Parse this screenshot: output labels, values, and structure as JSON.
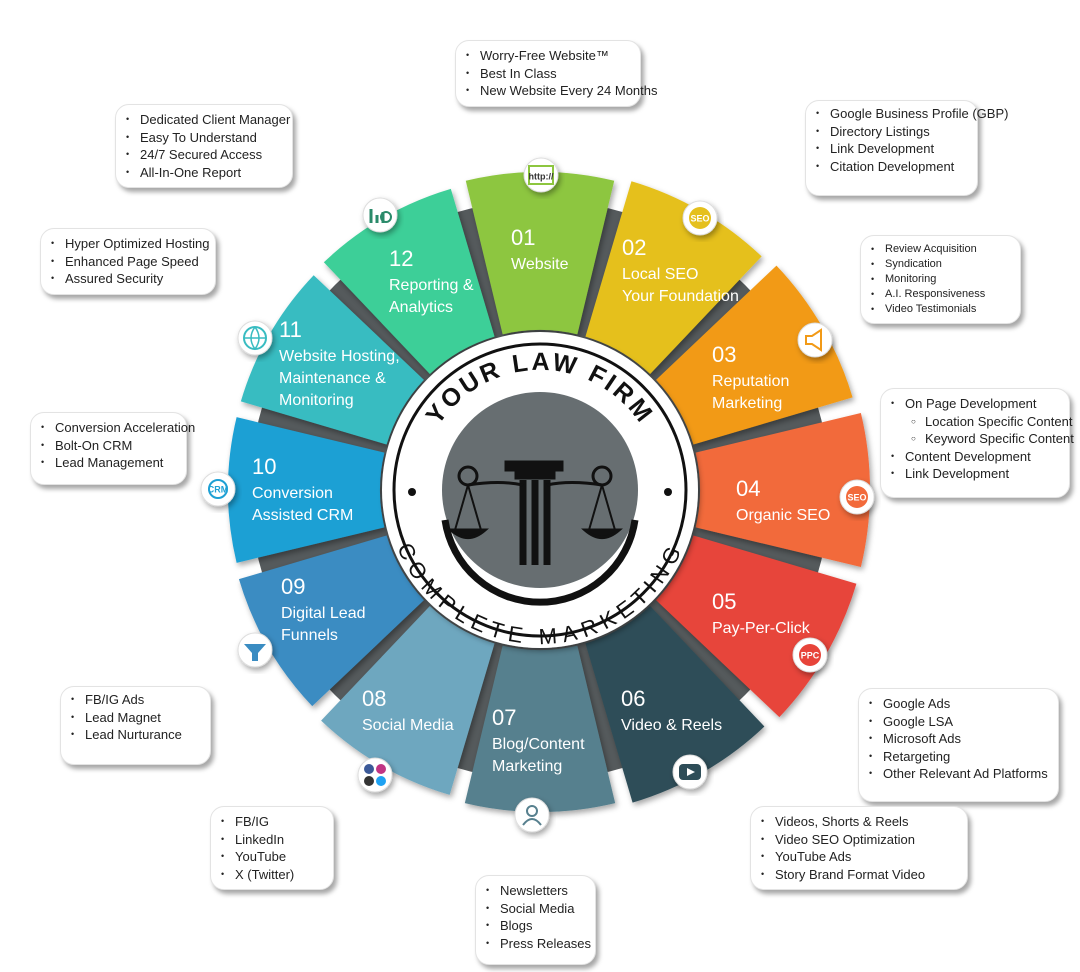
{
  "center": {
    "top_text": "YOUR LAW FIRM",
    "bottom_text": "COMPLETE MARKETING"
  },
  "segments": [
    {
      "num": "01",
      "lines": [
        "Website"
      ],
      "color": "#8dc63f",
      "icon": "http-browser-icon"
    },
    {
      "num": "02",
      "lines": [
        "Local SEO",
        "Your Foundation"
      ],
      "color": "#e5c01d",
      "icon": "seo-magnifier-icon"
    },
    {
      "num": "03",
      "lines": [
        "Reputation",
        "Marketing"
      ],
      "color": "#f29a17",
      "icon": "megaphone-icon"
    },
    {
      "num": "04",
      "lines": [
        "Organic SEO"
      ],
      "color": "#f26a3b",
      "icon": "seo-cycle-icon"
    },
    {
      "num": "05",
      "lines": [
        "Pay-Per-Click"
      ],
      "color": "#e7443a",
      "icon": "ppc-icon"
    },
    {
      "num": "06",
      "lines": [
        "Video & Reels"
      ],
      "color": "#2e4d58",
      "icon": "video-play-icon"
    },
    {
      "num": "07",
      "lines": [
        "Blog/Content",
        "Marketing"
      ],
      "color": "#57808e",
      "icon": "writer-icon"
    },
    {
      "num": "08",
      "lines": [
        "Social Media"
      ],
      "color": "#6ea7bf",
      "icon": "social-media-icon"
    },
    {
      "num": "09",
      "lines": [
        "Digital Lead",
        "Funnels"
      ],
      "color": "#3a8cc2",
      "icon": "funnel-icon"
    },
    {
      "num": "10",
      "lines": [
        "Conversion",
        "Assisted CRM"
      ],
      "color": "#1ea0d4",
      "icon": "crm-network-icon"
    },
    {
      "num": "11",
      "lines": [
        "Website Hosting,",
        "Maintenance &",
        "Monitoring"
      ],
      "color": "#38bcc1",
      "icon": "globe-icon"
    },
    {
      "num": "12",
      "lines": [
        "Reporting &",
        "Analytics"
      ],
      "color": "#3ccf98",
      "icon": "analytics-icon"
    }
  ],
  "icon_labels": {
    "http": "http://",
    "seo": "SEO",
    "ppc": "PPC",
    "crm": "CRM"
  },
  "callouts": {
    "website": [
      "Worry-Free Website™",
      "Best In Class",
      "New Website Every 24 Months"
    ],
    "local_seo": [
      "Google Business Profile (GBP)",
      "Directory Listings",
      "Link Development",
      "Citation Development"
    ],
    "reputation": [
      "Review Acquisition",
      "Syndication",
      "Monitoring",
      "A.I. Responsiveness",
      "Video Testimonials"
    ],
    "organic_seo": [
      "On Page Development",
      "Location Specific Content",
      "Keyword Specific Content",
      "Content Development",
      "Link Development"
    ],
    "ppc": [
      "Google Ads",
      "Google LSA",
      "Microsoft Ads",
      "Retargeting",
      "Other Relevant Ad Platforms"
    ],
    "video": [
      "Videos, Shorts & Reels",
      "Video SEO Optimization",
      "YouTube Ads",
      "Story Brand Format Video"
    ],
    "blog": [
      "Newsletters",
      "Social Media",
      "Blogs",
      "Press Releases"
    ],
    "social": [
      "FB/IG",
      "LinkedIn",
      "YouTube",
      "X (Twitter)"
    ],
    "funnels": [
      "FB/IG Ads",
      "Lead Magnet",
      "Lead Nurturance"
    ],
    "crm": [
      "Conversion Acceleration",
      "Bolt-On CRM",
      "Lead Management"
    ],
    "hosting": [
      "Hyper Optimized Hosting",
      "Enhanced Page Speed",
      "Assured Security"
    ],
    "reporting": [
      "Dedicated Client Manager",
      "Easy To Understand",
      "24/7 Secured Access",
      "All-In-One Report"
    ]
  }
}
